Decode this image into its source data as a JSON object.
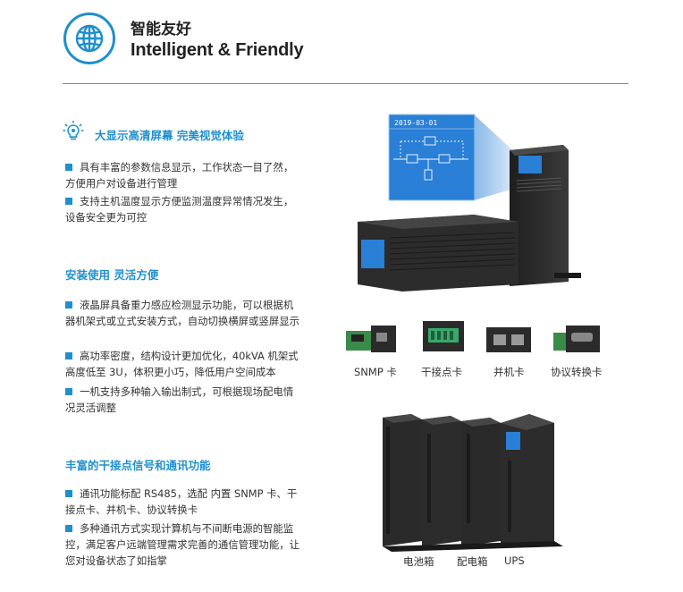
{
  "header": {
    "title_zh": "智能友好",
    "title_en": "Intelligent & Friendly",
    "icon": "globe-icon"
  },
  "sections": [
    {
      "heading": "大显示高清屏幕  完美视觉体验",
      "icon": "lightbulb-icon",
      "bullets": [
        "具有丰富的参数信息显示，工作状态一目了然，方便用户对设备进行管理",
        "支持主机温度显示方便监测温度异常情况发生，设备安全更为可控"
      ]
    },
    {
      "heading": "安装使用  灵活方便",
      "bullets": [
        "液晶屏具备重力感应检测显示功能，可以根据机器机架式或立式安装方式，自动切换横屏或竖屏显示",
        "高功率密度，结构设计更加优化，40kVA 机架式高度低至 3U，体积更小巧，降低用户空间成本",
        "一机支持多种输入输出制式，可根据现场配电情况灵活调整"
      ]
    },
    {
      "heading": "丰富的干接点信号和通讯功能",
      "bullets": [
        "通讯功能标配 RS485，选配 内置 SNMP 卡、干接点卡、并机卡、协议转换卡",
        "多种通讯方式实现计算机与不间断电源的智能监控，满足客户远端管理需求完善的通信管理功能，让您对设备状态了如指掌"
      ]
    }
  ],
  "display_panel": {
    "date": "2019-03-01"
  },
  "cards": [
    "SNMP 卡",
    "干接点卡",
    "并机卡",
    "协议转换卡"
  ],
  "cabinets": [
    "电池箱",
    "配电箱",
    "UPS"
  ],
  "colors": {
    "accent": "#1f8fce",
    "text": "#333333",
    "device": "#2b2b2b",
    "screen": "#2a7fd6"
  }
}
